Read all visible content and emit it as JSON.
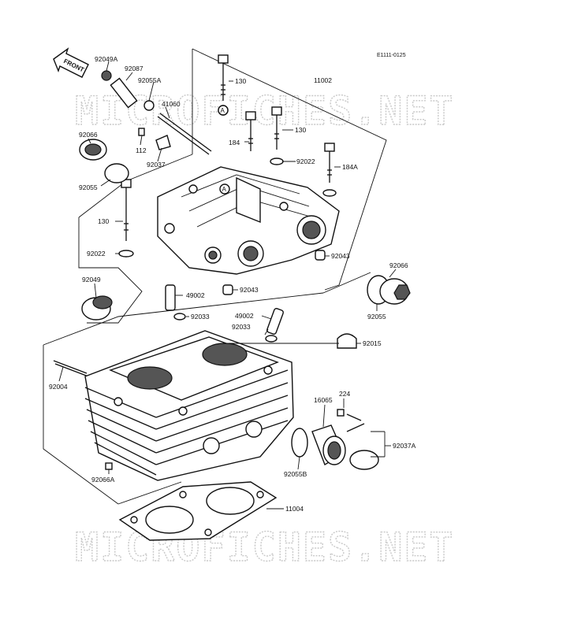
{
  "reference_code": "E1111-0125",
  "front_arrow_label": "FRONT",
  "watermark": "MICROFICHES.NET",
  "callout_marker": "A",
  "part_labels": {
    "p92049A": "92049A",
    "p92087": "92087",
    "p92055A": "92055A",
    "p41060": "41060",
    "p112": "112",
    "p92037": "92037",
    "p92066_left": "92066",
    "p92055_left": "92055",
    "p130_top": "130",
    "p184": "184",
    "p130_mid": "130",
    "p92022_right": "92022",
    "p184A": "184A",
    "p11002": "11002",
    "p130_left": "130",
    "p92022_left": "92022",
    "p92043_right": "92043",
    "p92043_bottom": "92043",
    "p92049": "92049",
    "p92066_right": "92066",
    "p92055_right": "92055",
    "p49002_left": "49002",
    "p92033_left": "92033",
    "p49002_right": "49002",
    "p92033_right": "92033",
    "p92015": "92015",
    "p92004": "92004",
    "p224": "224",
    "p16065": "16065",
    "p92037A": "92037A",
    "p92055B": "92055B",
    "p92066A": "92066A",
    "p11004": "11004"
  }
}
